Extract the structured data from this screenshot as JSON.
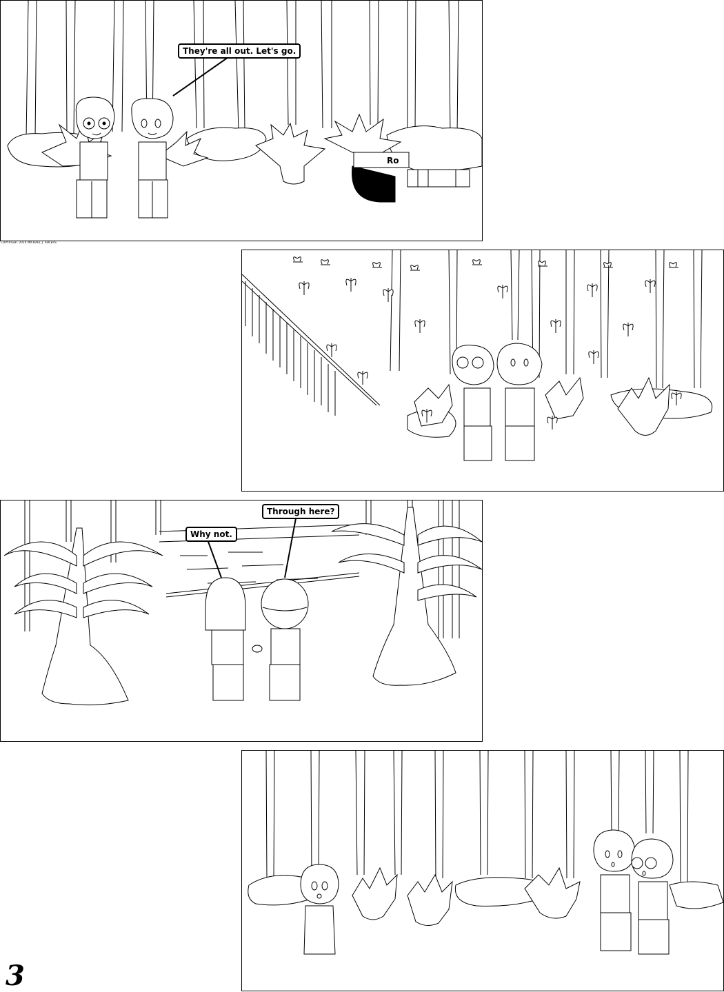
{
  "page": {
    "number": "3",
    "copyright": "COPYRIGHT 2010 MICHAEL J. AHLERS"
  },
  "panels": [
    {
      "id": "panel-1",
      "dialogue": [
        "They're all out. Let's go."
      ],
      "sign_fragment": "Ro"
    },
    {
      "id": "panel-2",
      "dialogue": []
    },
    {
      "id": "panel-3",
      "dialogue": [
        "Why not.",
        "Through here?"
      ]
    },
    {
      "id": "panel-4",
      "dialogue": []
    }
  ],
  "colors": {
    "ink": "#000000",
    "paper": "#ffffff"
  }
}
